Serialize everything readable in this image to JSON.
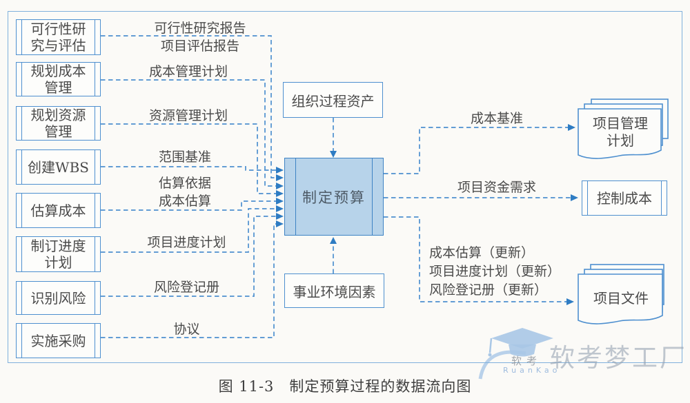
{
  "palette": {
    "line_blue": "#4d8fcf",
    "process_fill": "#b7d3ea",
    "box_fill": "#fdfdfb",
    "text": "#4a4a4a",
    "watermark_blue": "#a9c7e6",
    "watermark_gray": "#94a0b0"
  },
  "sources": [
    {
      "name": "可行性研究与评估",
      "label": "可行性研\n究与评估",
      "outputs": [
        "可行性研究报告",
        "项目评估报告"
      ]
    },
    {
      "name": "规划成本管理",
      "label": "规划成本\n管理",
      "outputs": [
        "成本管理计划"
      ]
    },
    {
      "name": "规划资源管理",
      "label": "规划资源\n管理",
      "outputs": [
        "资源管理计划"
      ]
    },
    {
      "name": "创建WBS",
      "label": "创建WBS",
      "outputs": [
        "范围基准"
      ]
    },
    {
      "name": "估算成本",
      "label": "估算成本",
      "outputs": [
        "估算依据",
        "成本估算"
      ]
    },
    {
      "name": "制订进度计划",
      "label": "制订进度\n计划",
      "outputs": [
        "项目进度计划"
      ]
    },
    {
      "name": "识别风险",
      "label": "识别风险",
      "outputs": [
        "风险登记册"
      ]
    },
    {
      "name": "实施采购",
      "label": "实施采购",
      "outputs": [
        "协议"
      ]
    }
  ],
  "inputs": {
    "top": "组织过程资产",
    "bottom": "事业环境因素"
  },
  "process": {
    "label": "制定预算"
  },
  "outputs": [
    {
      "label": "成本基准",
      "target": "项目管理\n计划"
    },
    {
      "label": "项目资金需求",
      "target": "控制成本"
    },
    {
      "label": "成本估算（更新）\n项目进度计划（更新）\n风险登记册（更新）",
      "target": "项目文件"
    }
  ],
  "watermark": {
    "brand": "软考梦工厂",
    "seal": "软考",
    "latin": "RuanKao"
  },
  "caption": "图 11-3　制定预算过程的数据流向图"
}
